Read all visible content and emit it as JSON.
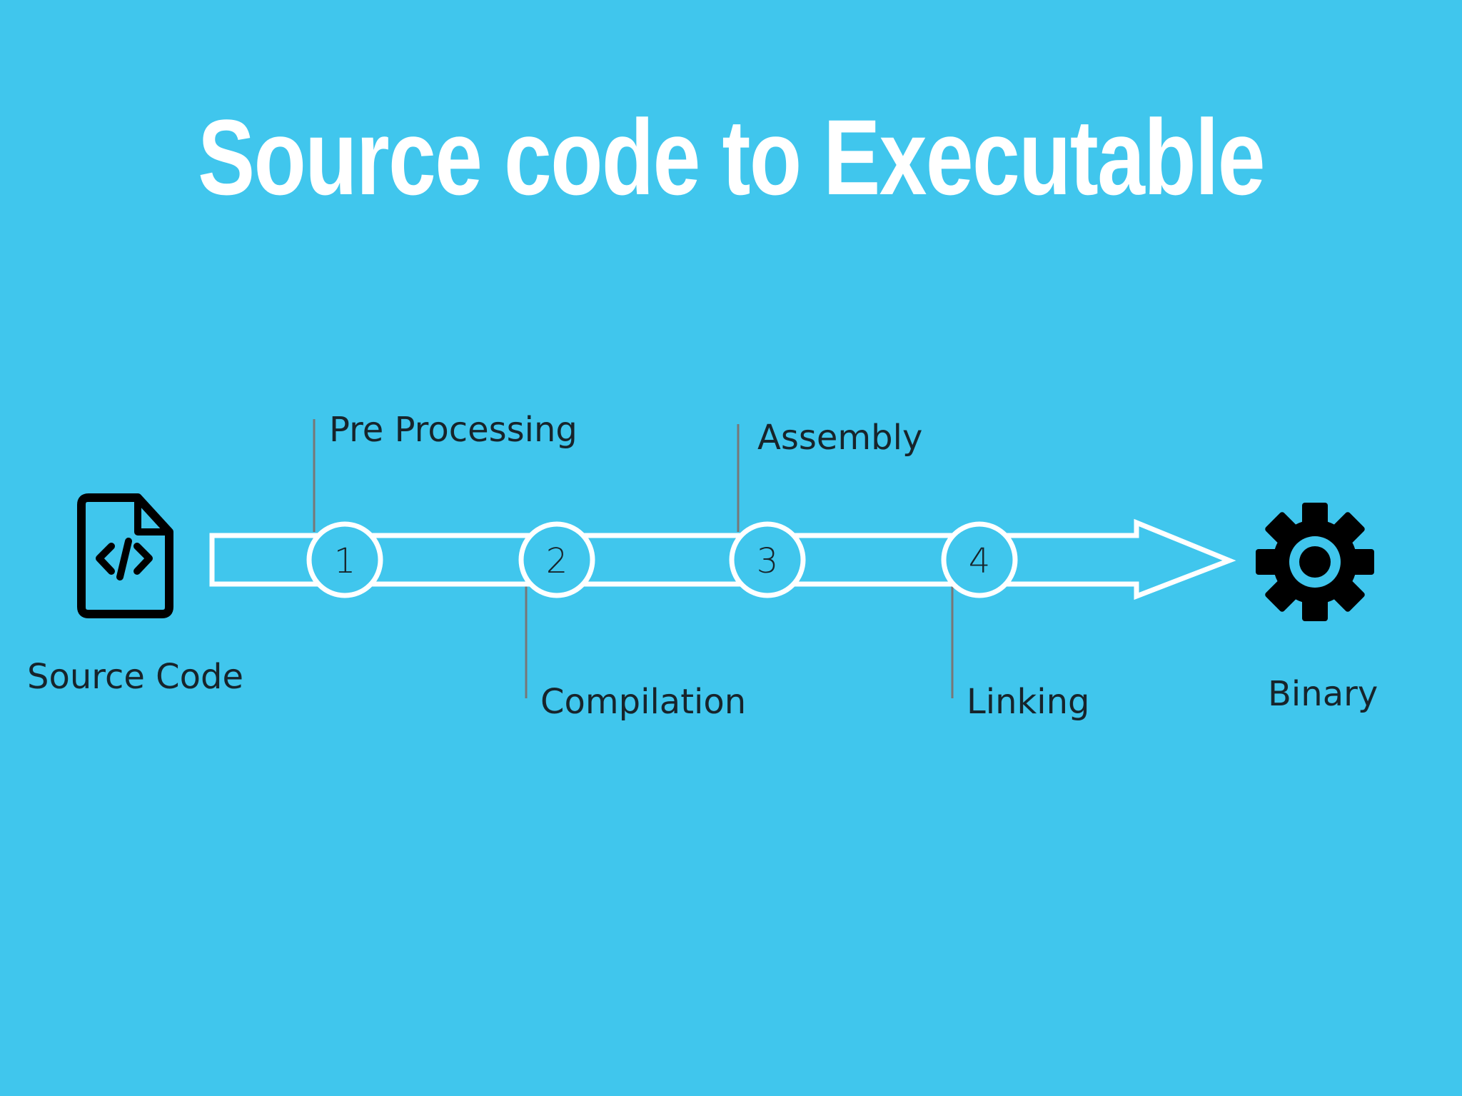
{
  "title": "Source code to Executable",
  "source": {
    "label": "Source Code",
    "icon": "code-file-icon"
  },
  "output": {
    "label": "Binary",
    "icon": "gear-icon"
  },
  "steps": [
    {
      "number": "1",
      "label": "Pre Processing",
      "label_position": "above"
    },
    {
      "number": "2",
      "label": "Compilation",
      "label_position": "below"
    },
    {
      "number": "3",
      "label": "Assembly",
      "label_position": "above"
    },
    {
      "number": "4",
      "label": "Linking",
      "label_position": "below"
    }
  ],
  "colors": {
    "background": "#40c6ed",
    "arrow_outline": "#ffffff",
    "text": "#17242b",
    "title": "#ffffff",
    "icon": "#000000",
    "connector": "#777777"
  }
}
